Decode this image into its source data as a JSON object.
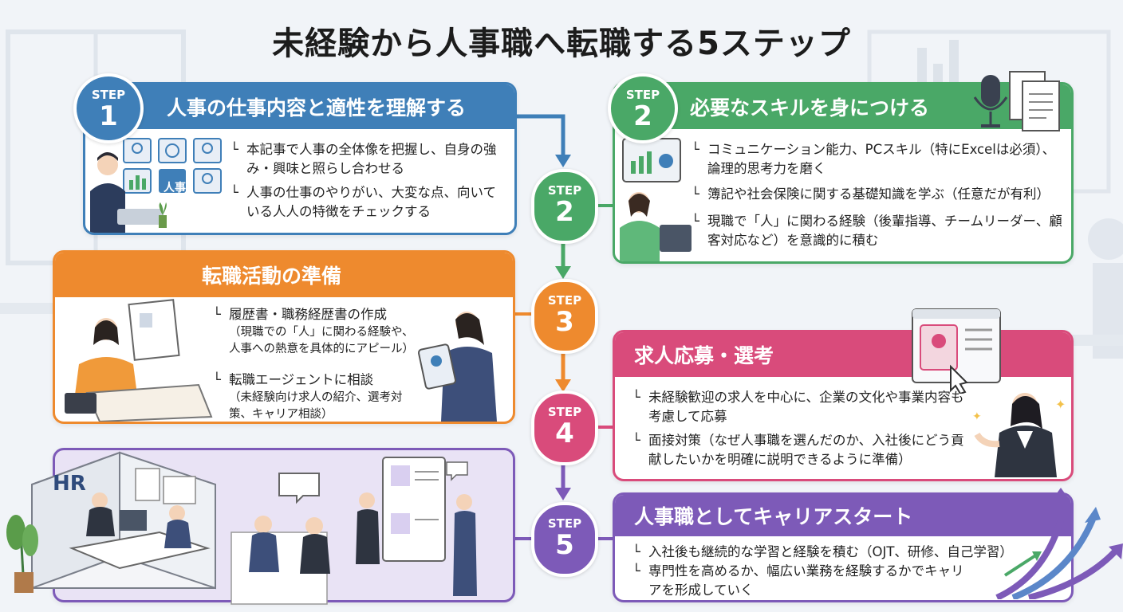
{
  "title": "未経験から人事職へ転職する5ステップ",
  "step_word": "STEP",
  "colors": {
    "step1": "#3f7fb8",
    "step2": "#4aa867",
    "step3": "#ee8a2e",
    "step4": "#d94b7b",
    "step5": "#7d5ab8"
  },
  "steps": [
    {
      "number": "1",
      "heading": "人事の仕事内容と適性を理解する",
      "bullets": [
        "本記事で人事の全体像を把握し、自身の強み・興味と照らし合わせる",
        "人事の仕事のやりがい、大変な点、向いている人人の特徴をチェックする"
      ],
      "icon_label": "人事"
    },
    {
      "number": "2",
      "heading": "必要なスキルを身につける",
      "bullets": [
        "コミュニケーション能力、PCスキル（特にExcelは必須）、論理的思考力を磨く",
        "簿記や社会保険に関する基礎知識を学ぶ（任意だが有利）",
        "現職で「人」に関わる経験（後輩指導、チームリーダー、顧客対応など）を意識的に積む"
      ]
    },
    {
      "number": "3",
      "heading": "転職活動の準備",
      "bullets": [
        {
          "main": "履歴書・職務経歴書の作成",
          "sub": "（現職での「人」に関わる経験や、人事への熱意を具体的にアピール）"
        },
        {
          "main": "転職エージェントに相談",
          "sub": "（未経験向け求人の紹介、選考対策、キャリア相談）"
        }
      ]
    },
    {
      "number": "4",
      "heading": "求人応募・選考",
      "bullets": [
        "未経験歓迎の求人を中心に、企業の文化や事業内容も考慮して応募",
        "面接対策（なぜ人事職を選んだのか、入社後にどう貢献したいかを明確に説明できるように準備）"
      ]
    },
    {
      "number": "5",
      "heading": "人事職としてキャリアスタート",
      "bullets": [
        "入社後も継続的な学習と経験を積む（OJT、研修、自己学習）",
        "専門性を高めるか、幅広い業務を経験するかでキャリアを形成していく"
      ],
      "office_sign": "HR"
    }
  ]
}
